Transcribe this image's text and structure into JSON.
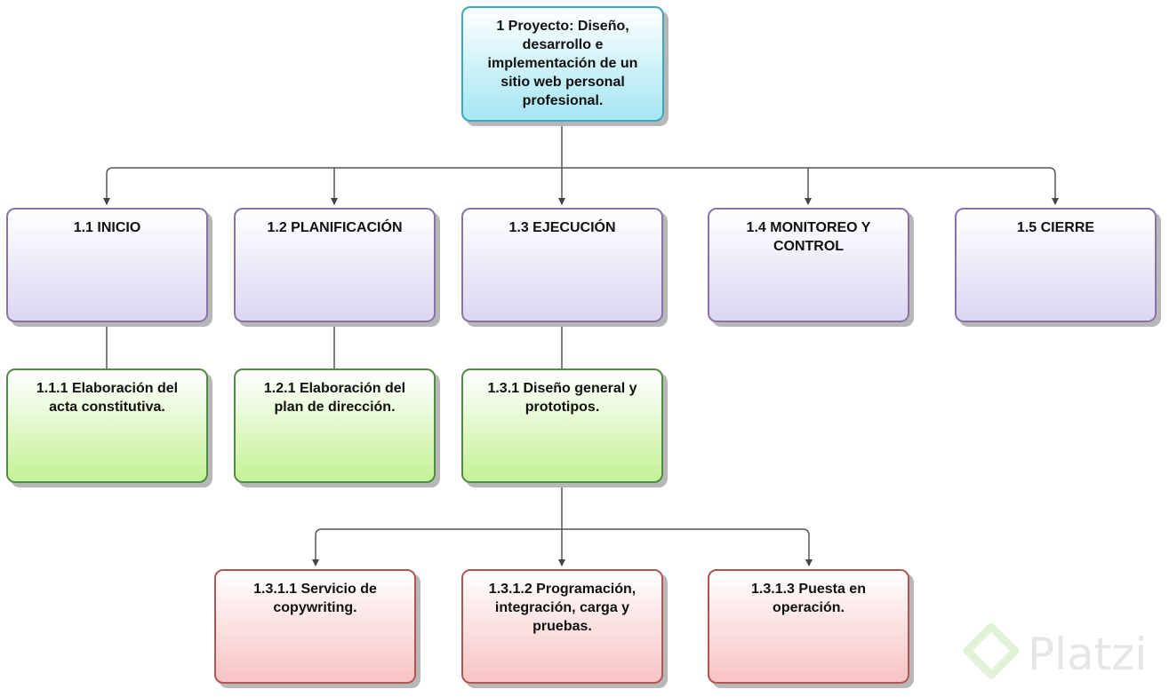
{
  "diagram": {
    "root": {
      "label": "1 Proyecto: Diseño,\ndesarrollo e\nimplementación de un\nsitio web personal\nprofesional."
    },
    "phases": [
      {
        "label": "1.1 INICIO"
      },
      {
        "label": "1.2 PLANIFICACIÓN"
      },
      {
        "label": "1.3 EJECUCIÓN"
      },
      {
        "label": "1.4 MONITOREO Y\nCONTROL"
      },
      {
        "label": "1.5 CIERRE"
      }
    ],
    "tasks": [
      {
        "label": "1.1.1 Elaboración del\nacta constitutiva."
      },
      {
        "label": "1.2.1 Elaboración del\nplan de dirección."
      },
      {
        "label": "1.3.1 Diseño general y\nprototipos."
      }
    ],
    "subtasks": [
      {
        "label": "1.3.1.1 Servicio de\ncopywriting."
      },
      {
        "label": "1.3.1.2 Programación,\nintegración, carga y\npruebas."
      },
      {
        "label": "1.3.1.3 Puesta en\noperación."
      }
    ],
    "colors": {
      "root_fill": "#a9e7f3",
      "phase_fill": "#ded8f3",
      "task_fill": "#c7f29c",
      "subtask_fill": "#f8c6c6",
      "connector": "#555555"
    }
  },
  "watermark": {
    "text": "Platzi",
    "icon": "platzi-logo-icon"
  }
}
